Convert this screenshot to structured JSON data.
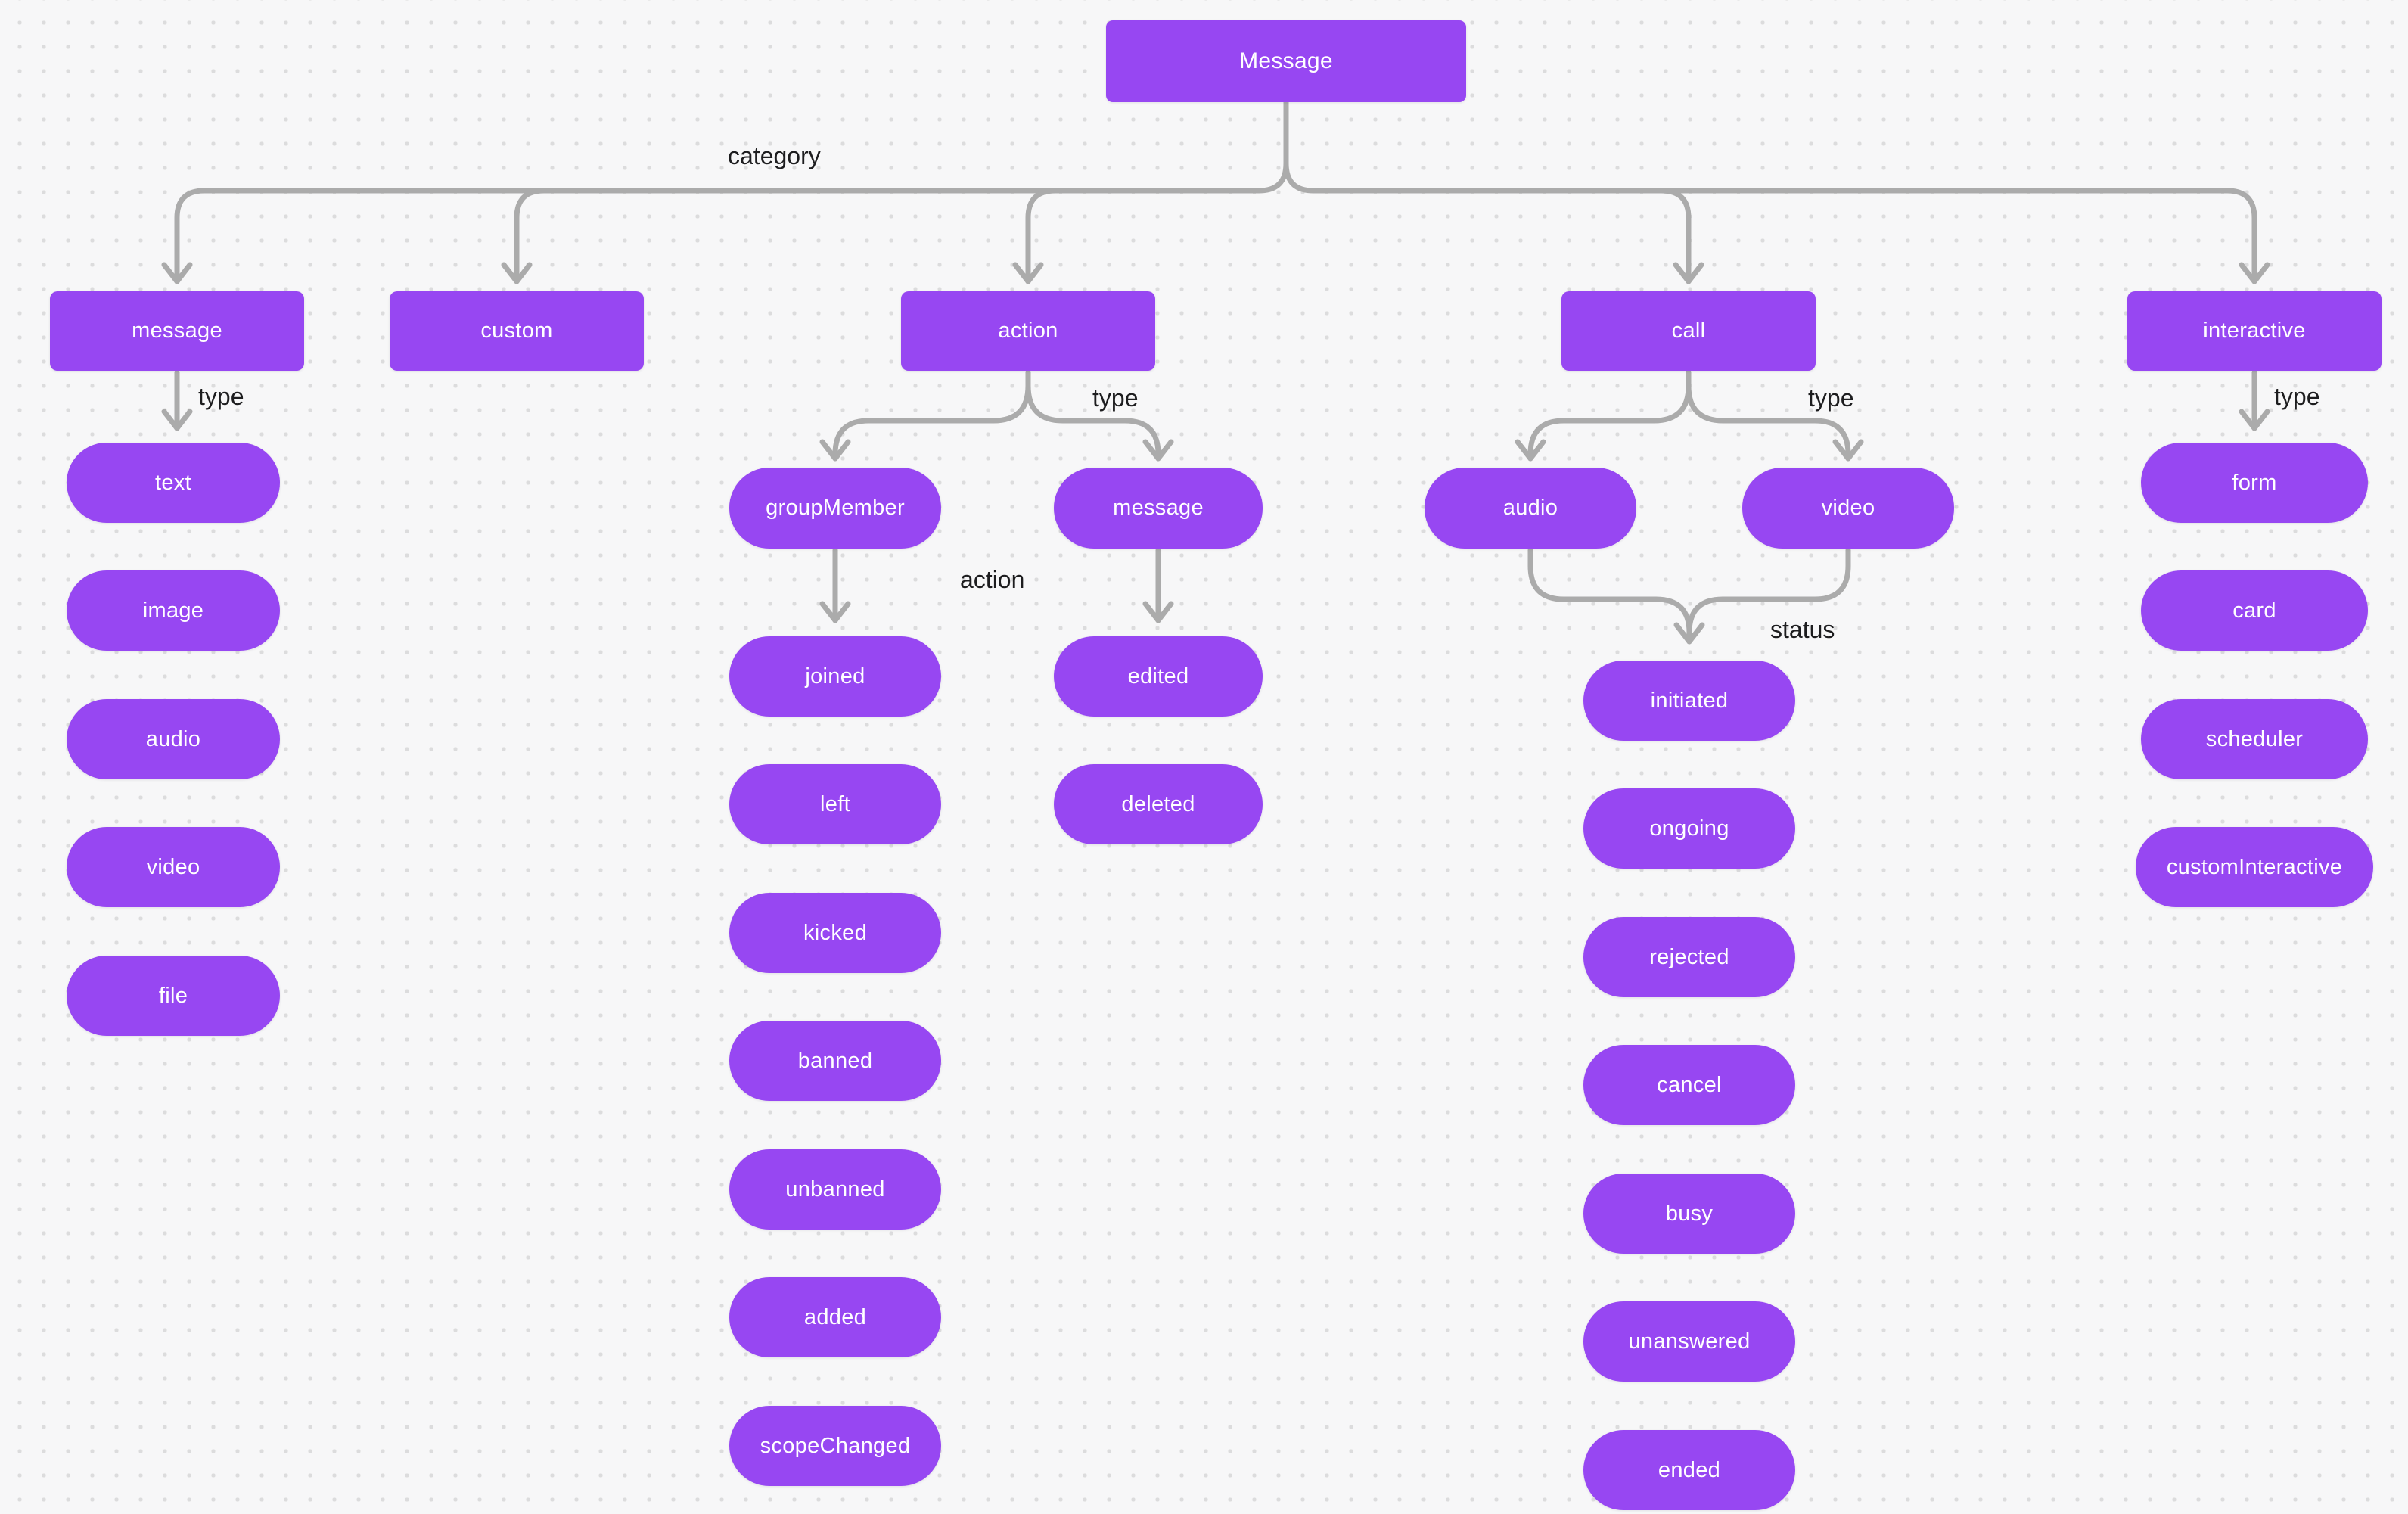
{
  "diagram": {
    "root": "Message",
    "edge_labels": {
      "category": "category",
      "message_type": "type",
      "action_type": "type",
      "group_member_action": "action",
      "call_type": "type",
      "call_status": "status",
      "interactive_type": "type"
    },
    "categories": {
      "message": {
        "label": "message",
        "types": [
          "text",
          "image",
          "audio",
          "video",
          "file"
        ]
      },
      "custom": {
        "label": "custom"
      },
      "action": {
        "label": "action",
        "types": {
          "group_member": "groupMember",
          "message": "message"
        },
        "group_member_actions": [
          "joined",
          "left",
          "kicked",
          "banned",
          "unbanned",
          "added",
          "scopeChanged"
        ],
        "message_actions": [
          "edited",
          "deleted"
        ]
      },
      "call": {
        "label": "call",
        "types": {
          "audio": "audio",
          "video": "video"
        },
        "statuses": [
          "initiated",
          "ongoing",
          "rejected",
          "cancel",
          "busy",
          "unanswered",
          "ended"
        ]
      },
      "interactive": {
        "label": "interactive",
        "types": [
          "form",
          "card",
          "scheduler",
          "customInteractive"
        ]
      }
    },
    "colors": {
      "node_fill": "#9747f2",
      "node_text": "#ffffff",
      "connector": "#ababab",
      "canvas_background": "#f7f7f8",
      "grid_dot": "#dcdcdd",
      "edge_label_text": "#1d1d1f"
    }
  }
}
